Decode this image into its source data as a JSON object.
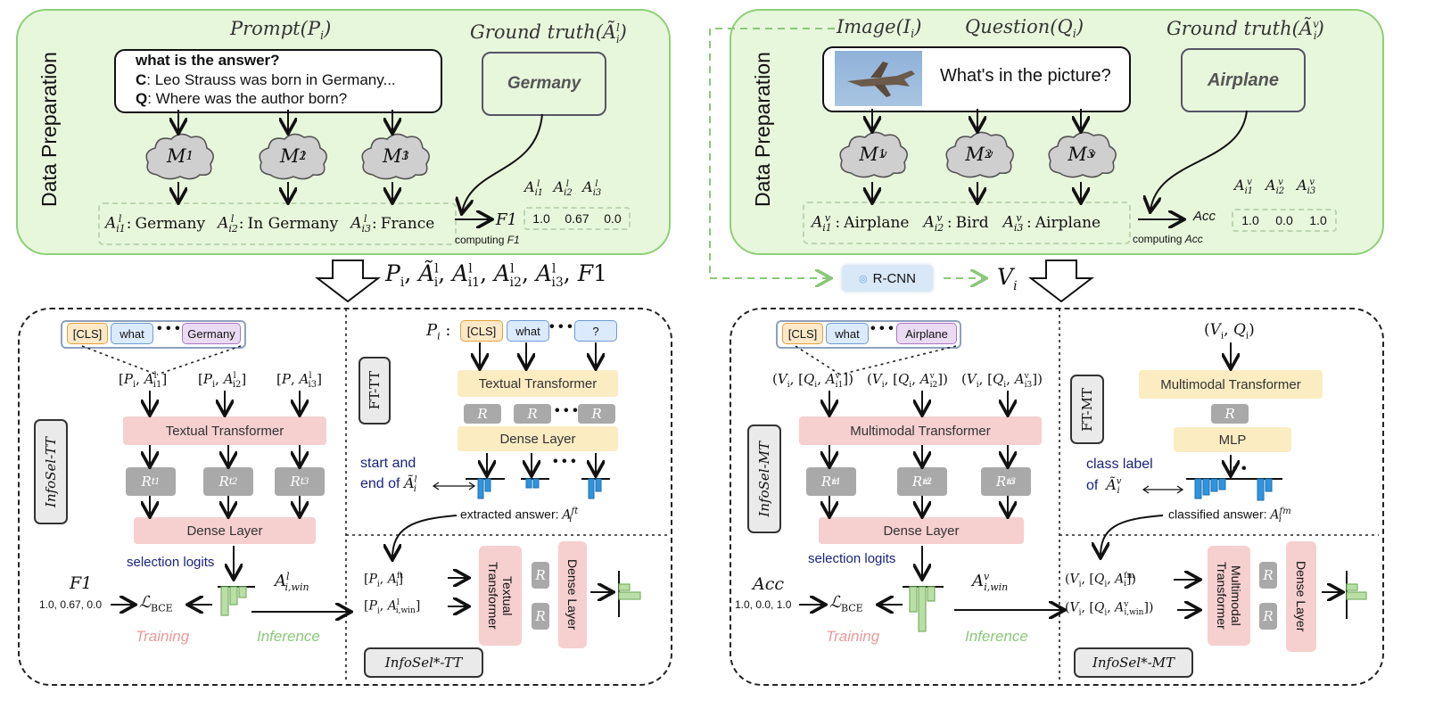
{
  "left": {
    "data_prep_label": "Data Preparation",
    "prompt_header": "Prompt(P_i)",
    "gt_header": "Ground truth(Ã^l_i)",
    "prompt_lines": [
      "what is the answer?",
      "C: Leo Strauss was born in Germany...",
      "Q: Where was the author born?"
    ],
    "prompt_bold_c": "C",
    "prompt_text_c": ": Leo Strauss was born in Germany...",
    "prompt_bold_q": "Q",
    "prompt_text_q": ": Where was the author born?",
    "ground_truth": "Germany",
    "models": [
      "M^l_1",
      "M^l_2",
      "M^l_3"
    ],
    "answers": [
      "A^l_i1 : Germany",
      "A^l_i2 : In Germany",
      "A^l_i3 : France"
    ],
    "answer_values": [
      "Germany",
      "In Germany",
      "France"
    ],
    "metric": "F1",
    "computing_label": "computing F1",
    "score_headers": [
      "A^l_i1",
      "A^l_i2",
      "A^l_i3"
    ],
    "scores": [
      "1.0",
      "0.67",
      "0.0"
    ],
    "transfer_label": "P_i, Ã^l_i, A^l_i1, A^l_i2, A^l_i3, F1"
  },
  "right": {
    "data_prep_label": "Data Preparation",
    "image_header": "Image(I_i)",
    "question_header": "Question(Q_i)",
    "gt_header": "Ground truth(Ã^v_i)",
    "question_text": "What's in the picture?",
    "ground_truth": "Airplane",
    "models": [
      "M^v_1",
      "M^v_2",
      "M^v_3"
    ],
    "answers": [
      "A^v_i1 : Airplane",
      "A^v_i2 : Bird",
      "A^v_i3 : Airplane"
    ],
    "answer_values": [
      "Airplane",
      "Bird",
      "Airplane"
    ],
    "metric": "Acc",
    "computing_label": "computing Acc",
    "score_headers": [
      "A^v_i1",
      "A^v_i2",
      "A^v_i3"
    ],
    "scores": [
      "1.0",
      "0.0",
      "1.0"
    ],
    "rcnn_label": "R-CNN",
    "transfer_label": "V_i"
  },
  "bottom_left": {
    "tokens": [
      "[CLS]",
      "what",
      "Germany"
    ],
    "inputs": [
      "[P_i, A^l_i1]",
      "[P_i, A^l_i2]",
      "[P, A^l_i3]"
    ],
    "textual_transformer": "Textual Transformer",
    "reps": [
      "R^t_i1",
      "R^t_i2",
      "R^t_i3"
    ],
    "dense_layer": "Dense Layer",
    "selection_logits": "selection logits",
    "metric": "F1",
    "metric_values": "1.0, 0.67, 0.0",
    "loss": "L_BCE",
    "winner": "A^l_i,win",
    "training": "Training",
    "inference": "Inference",
    "model_name": "InfoSel-TT",
    "ft_name": "FT-TT",
    "ft_input_prefix": "P_i :",
    "ft_tokens": [
      "[CLS]",
      "what",
      "?"
    ],
    "ft_transformer": "Textual Transformer",
    "ft_r": "R",
    "ft_dense": "Dense Layer",
    "start_end_1": "start and",
    "start_end_2": "end of Ã^l_i",
    "extracted": "extracted answer: A^ft_i",
    "star_inputs": [
      "[P_i, A^ft_i]",
      "[P_i, A^l_i,win]"
    ],
    "star_transformer": "Textual Transformer",
    "star_dense": "Dense Layer",
    "star_name": "InfoSel*-TT"
  },
  "bottom_right": {
    "tokens": [
      "[CLS]",
      "what",
      "Airplane"
    ],
    "inputs": [
      "(V_i, [Q_i, A^v_i1])",
      "(V_i, [Q_i, A^v_i2])",
      "(V_i, [Q_i, A^v_i3])"
    ],
    "multimodal_transformer": "Multimodal Transformer",
    "reps": [
      "R^m_i1",
      "R^m_i2",
      "R^m_i3"
    ],
    "dense_layer": "Dense Layer",
    "selection_logits": "selection logits",
    "metric": "Acc",
    "metric_values": "1.0, 0.0, 1.0",
    "loss": "L_BCE",
    "winner": "A^v_i,win",
    "training": "Training",
    "inference": "Inference",
    "model_name": "InfoSel-MT",
    "ft_name": "FT-MT",
    "ft_input": "(V_i, Q_i)",
    "ft_transformer": "Multimodal Transformer",
    "ft_r": "R",
    "ft_mlp": "MLP",
    "class_label_1": "class label",
    "class_label_2": "of Ã^v_i",
    "classified": "classified answer: A^fm_i",
    "star_inputs": [
      "(V_i, [Q_i, A^fm_i])",
      "(V_i, [Q_i, A^v_i,win])"
    ],
    "star_transformer": "Multimodal Transformer",
    "star_dense": "Dense Layer",
    "star_name": "InfoSel*-MT"
  }
}
